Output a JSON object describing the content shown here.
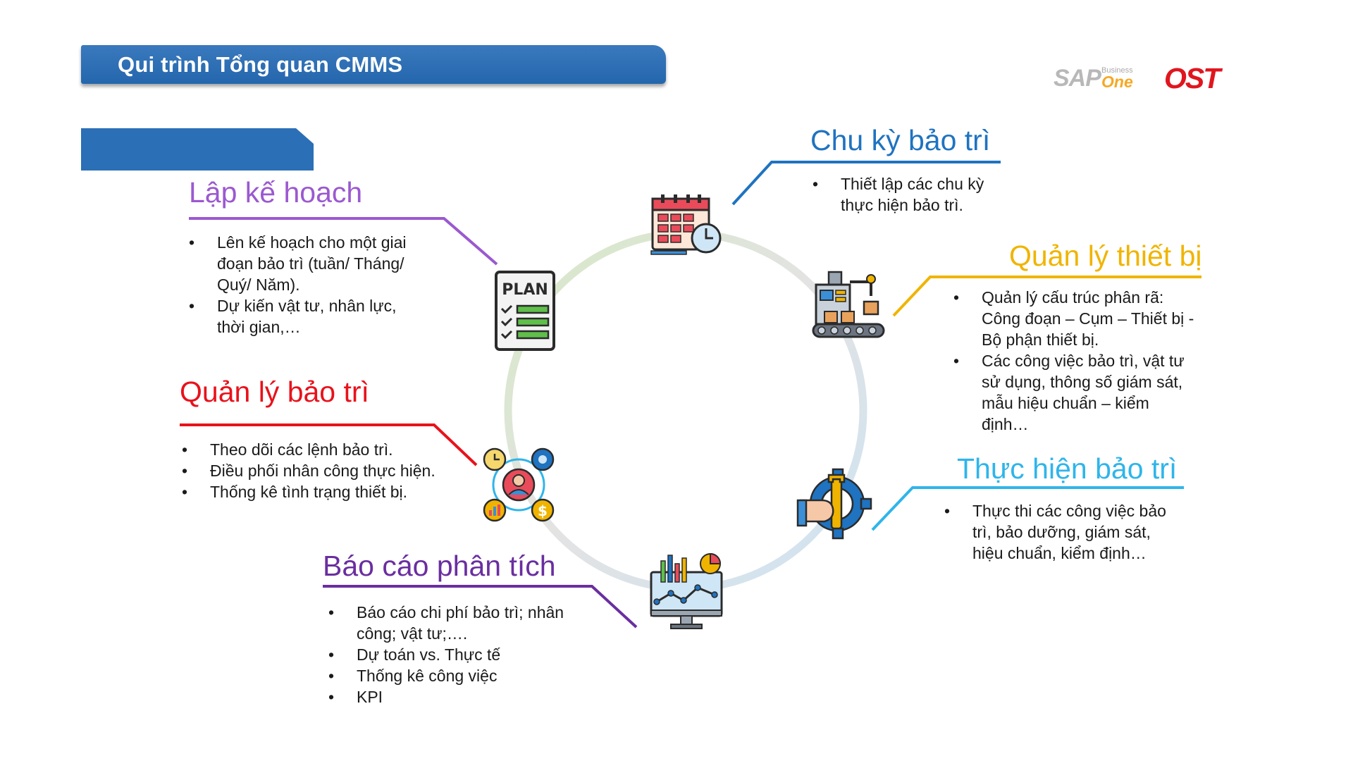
{
  "header": {
    "title": "Qui trình Tổng quan CMMS",
    "logo_sap_main": "SAP",
    "logo_sap_business": "Business",
    "logo_sap_one": "One",
    "logo_ost": "OST"
  },
  "colors": {
    "banner": "#2b6fb6",
    "lap_ke_hoach": "#9b59d0",
    "chu_ky": "#1f73c0",
    "quan_ly_thiet_bi": "#f0b400",
    "quan_ly_bao_tri": "#e8121b",
    "thuc_hien": "#2fb5ea",
    "bao_cao": "#6a2ea0"
  },
  "sections": {
    "lap_ke_hoach": {
      "title": "Lập kế hoạch",
      "bullets": [
        "Lên kế hoạch cho một giai",
        "đoạn bảo trì (tuần/ Tháng/",
        "Quý/ Năm).",
        "Dự kiến vật tư, nhân lực,",
        "thời gian,…"
      ]
    },
    "chu_ky_bao_tri": {
      "title": "Chu kỳ bảo trì",
      "bullets": [
        "Thiết lập các chu kỳ",
        "thực hiện bảo trì."
      ]
    },
    "quan_ly_thiet_bi": {
      "title": "Quản lý thiết bị",
      "bullets": [
        "Quản lý cấu trúc phân rã:",
        "Công đoạn – Cụm – Thiết bị -",
        "Bộ phận thiết bị.",
        "Các công việc bảo trì, vật tư",
        "sử dụng, thông số giám sát,",
        "mẫu hiệu chuẩn – kiểm",
        "định…"
      ]
    },
    "quan_ly_bao_tri": {
      "title": "Quản lý bảo trì",
      "bullets": [
        "Theo dõi các lệnh bảo trì.",
        "Điều phối nhân công thực hiện.",
        "Thống kê tình trạng thiết bị."
      ]
    },
    "thuc_hien_bao_tri": {
      "title": "Thực hiện bảo trì",
      "bullets": [
        "Thực thi các công việc bảo",
        "trì, bảo dưỡng, giám sát,",
        "hiệu chuẩn, kiểm định…"
      ]
    },
    "bao_cao_phan_tich": {
      "title": "Báo cáo phân tích",
      "bullets": [
        "Báo cáo chi phí bảo trì; nhân",
        "công; vật tư;….",
        "Dự toán vs. Thực tế",
        "Thống kê công việc",
        "KPI"
      ]
    }
  },
  "icons": {
    "plan_label": "PLAN",
    "names": [
      "plan-clipboard-icon",
      "calendar-clock-icon",
      "factory-machine-icon",
      "wrench-gear-hand-icon",
      "analytics-monitor-icon",
      "management-hub-icon"
    ]
  }
}
